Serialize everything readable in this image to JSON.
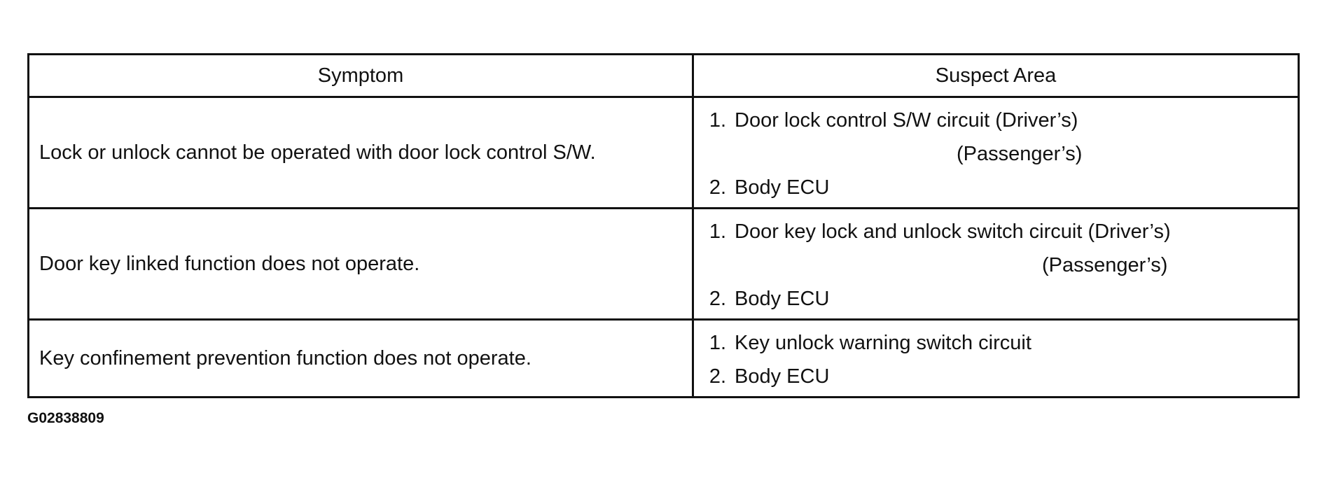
{
  "table": {
    "headers": [
      "Symptom",
      "Suspect Area"
    ],
    "rows": [
      {
        "symptom": "Lock or unlock cannot be operated with door lock control S/W.",
        "suspect": [
          {
            "number": "1.",
            "text": "Door lock control S/W circuit (Driver’s)",
            "continuation": "(Passenger’s)"
          },
          {
            "number": "2.",
            "text": "Body ECU"
          }
        ]
      },
      {
        "symptom": "Door key linked function does not operate.",
        "suspect": [
          {
            "number": "1.",
            "text": "Door key lock and unlock switch circuit (Driver’s)",
            "continuation": "(Passenger’s)"
          },
          {
            "number": "2.",
            "text": "Body ECU"
          }
        ]
      },
      {
        "symptom": "Key confinement prevention function does not operate.",
        "suspect": [
          {
            "number": "1.",
            "text": "Key unlock warning switch circuit"
          },
          {
            "number": "2.",
            "text": "Body ECU"
          }
        ]
      }
    ]
  },
  "figure_id": "G02838809"
}
